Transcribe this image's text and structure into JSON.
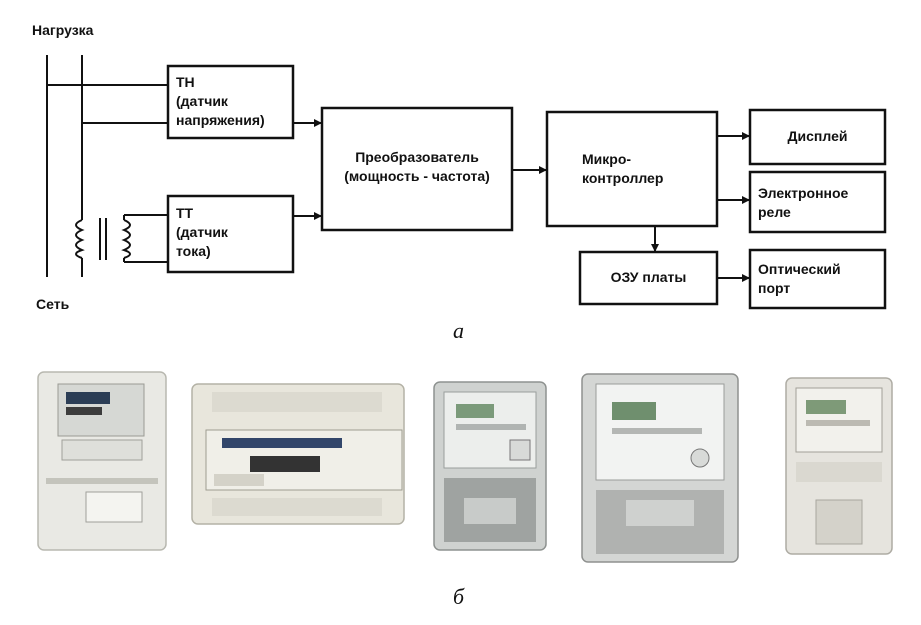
{
  "diagram": {
    "label_top": "Нагрузка",
    "label_bottom": "Сеть",
    "blocks": {
      "tn": [
        "ТН",
        "(датчик",
        "напряжения)"
      ],
      "tt": [
        "ТТ",
        "(датчик",
        "тока)"
      ],
      "converter": [
        "Преобразователь",
        "(мощность - частота)"
      ],
      "mcu": [
        "Микро-",
        "контроллер"
      ],
      "display": "Дисплей",
      "relay": [
        "Электронное",
        "реле"
      ],
      "ram": "ОЗУ платы",
      "optical": [
        "Оптический",
        "порт"
      ]
    },
    "caption": "а"
  },
  "photos": {
    "caption": "б",
    "meters": [
      "electricity-meter-1",
      "electricity-meter-2",
      "electricity-meter-3",
      "electricity-meter-4",
      "electricity-meter-5"
    ]
  }
}
